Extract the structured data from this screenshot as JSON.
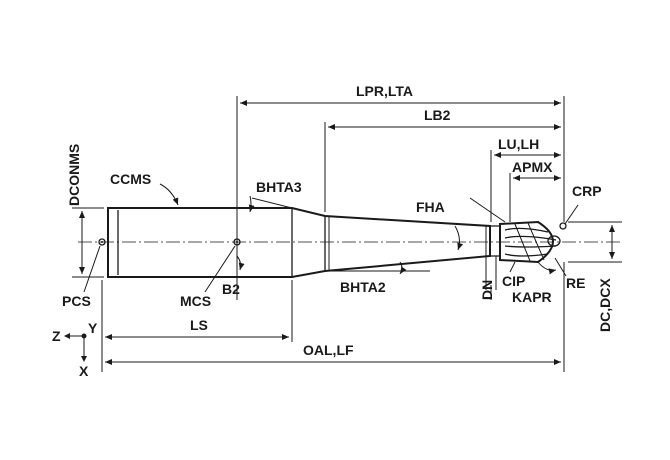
{
  "labels": {
    "lpr_lta": "LPR,LTA",
    "lb2": "LB2",
    "lu_lh": "LU,LH",
    "apmx": "APMX",
    "crp": "CRP",
    "dconms": "DCONMS",
    "ccms": "CCMS",
    "bhta3": "BHTA3",
    "fha": "FHA",
    "pcs": "PCS",
    "mcs": "MCS",
    "b2": "B2",
    "bhta2": "BHTA2",
    "dn": "DN",
    "cip": "CIP",
    "re": "RE",
    "kapr": "KAPR",
    "dc_dcx": "DC,DCX",
    "ls": "LS",
    "oal_lf": "OAL,LF",
    "axis_z": "Z",
    "axis_y": "Y",
    "axis_x": "X"
  },
  "colors": {
    "ink": "#1a1a1a",
    "background": "#ffffff"
  }
}
